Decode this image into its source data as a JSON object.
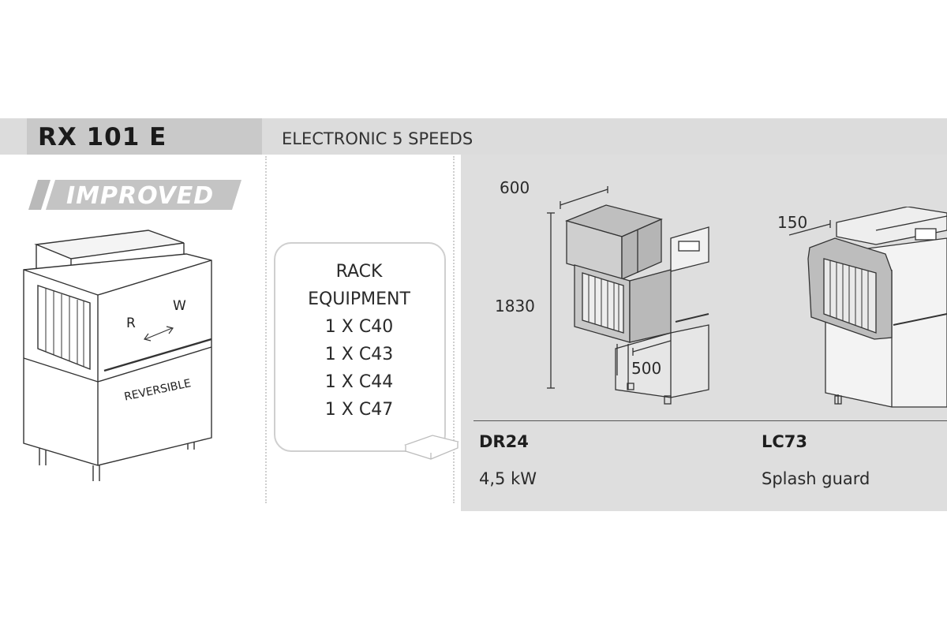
{
  "header": {
    "model": "RX 101 E",
    "speeds_label": "ELECTRONIC 5 SPEEDS"
  },
  "badge": {
    "text": "IMPROVED"
  },
  "machine": {
    "label_r": "R",
    "label_w": "W",
    "reversible": "REVERSIBLE"
  },
  "rack_equipment": {
    "title_1": "RACK",
    "title_2": "EQUIPMENT",
    "items": [
      "1 X C40",
      "1 X C43",
      "1 X C44",
      "1 X C47"
    ]
  },
  "accessories": [
    {
      "code": "DR24",
      "description": "4,5 kW",
      "dimensions": {
        "width": "600",
        "height": "1830",
        "depth": "500"
      }
    },
    {
      "code": "LC73",
      "description": "Splash guard",
      "dimensions": {
        "width": "150"
      }
    }
  ],
  "colors": {
    "header_band": "#dcdcdc",
    "title_box": "#c9c9c9",
    "accessory_panel": "#dedede",
    "line_art": "#333333"
  }
}
